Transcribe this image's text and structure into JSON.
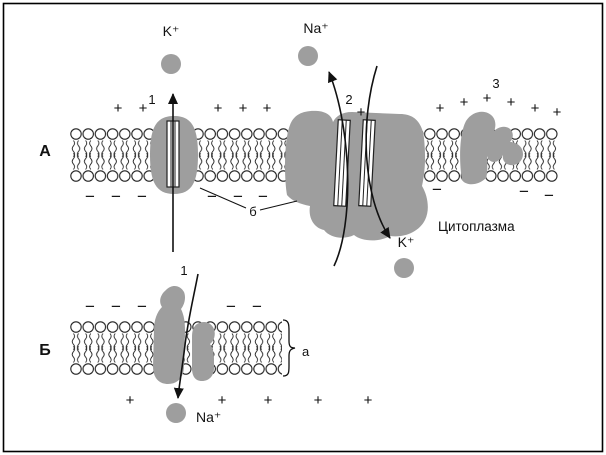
{
  "diagram": {
    "section_a": "А",
    "section_b": "Б",
    "ions": {
      "k_top": "K⁺",
      "na_top": "Na⁺",
      "k_side": "K⁺",
      "na_bottom": "Na⁺"
    },
    "numbers": {
      "pump1": "1",
      "pump2": "2",
      "protein3": "3",
      "channel1": "1"
    },
    "letters": {
      "a": "а",
      "b": "б"
    },
    "cytoplasm": "Цитоплазма",
    "symbols": {
      "plus": "+",
      "minus": "−"
    },
    "colors": {
      "protein": "#9e9e9e",
      "ion": "#9e9e9e",
      "line": "#111111"
    }
  }
}
